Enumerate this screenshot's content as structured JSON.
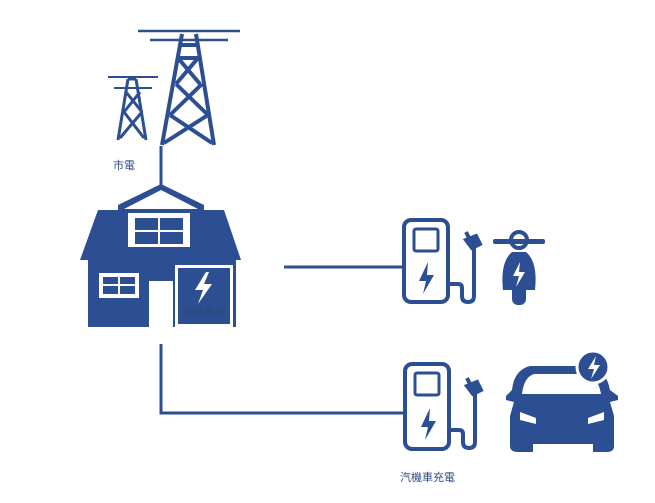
{
  "labels": {
    "grid": "市電",
    "storage": "儲能系統",
    "car_charging": "汽機車充電"
  },
  "colors": {
    "primary": "#2c4f93",
    "background": "#ffffff"
  },
  "icons": [
    "transmission-tower-icon",
    "house-icon",
    "lightning-bolt-icon",
    "charging-station-icon",
    "scooter-icon",
    "car-icon"
  ]
}
